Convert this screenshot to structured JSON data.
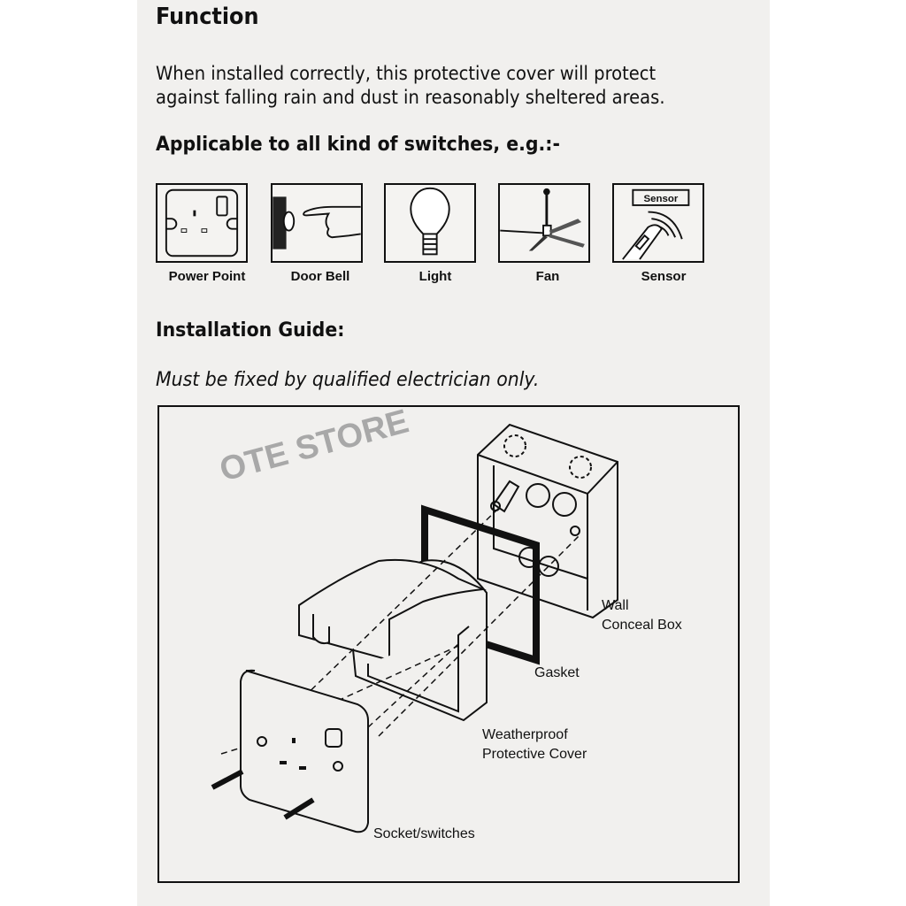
{
  "function_section": {
    "heading": "Function",
    "text_line1": "When installed correctly, this protective cover will protect",
    "text_line2": "against falling rain and dust in reasonably sheltered areas."
  },
  "applicable_section": {
    "heading": "Applicable to all kind of switches, e.g.:-",
    "items": [
      {
        "label": "Power Point",
        "icon": "power-point-icon"
      },
      {
        "label": "Door Bell",
        "icon": "door-bell-icon"
      },
      {
        "label": "Light",
        "icon": "light-bulb-icon"
      },
      {
        "label": "Fan",
        "icon": "ceiling-fan-icon"
      },
      {
        "label": "Sensor",
        "icon": "sensor-icon",
        "badge": "Sensor"
      }
    ]
  },
  "installation_section": {
    "heading": "Installation Guide:",
    "note": "Must be fixed by qualified electrician only.",
    "watermark": "OTE STORE",
    "labels": {
      "wall_line1": "Wall",
      "wall_line2": "Conceal Box",
      "gasket": "Gasket",
      "cover_line1": "Weatherproof",
      "cover_line2": "Protective Cover",
      "socket": "Socket/switches"
    }
  }
}
